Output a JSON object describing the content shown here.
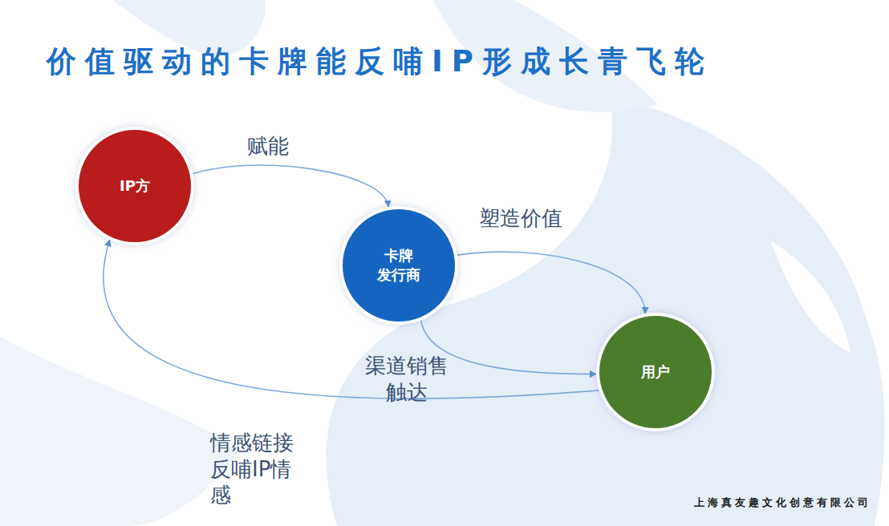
{
  "diagram": {
    "title": "价值驱动的卡牌能反哺IP形成长青飞轮",
    "nodes": [
      {
        "text": [
          "IP方"
        ]
      },
      {
        "text": [
          "卡牌 发行商"
        ]
      },
      {
        "text": [
          "用户"
        ]
      }
    ],
    "edges": [
      {
        "from": 0,
        "to": 1,
        "label": "赋能",
        "arrow": "to"
      },
      {
        "from": 1,
        "to": 2,
        "label": "塑造价值",
        "arrow": "to"
      },
      {
        "from": 1,
        "to": 2,
        "label": "渠道销售 触达",
        "arrow": "to"
      },
      {
        "from": 2,
        "to": 0,
        "label": "情感链接 反哺IP情感",
        "arrow": "to"
      }
    ],
    "labels": [
      "上海真友趣文化创意有限公司"
    ]
  }
}
